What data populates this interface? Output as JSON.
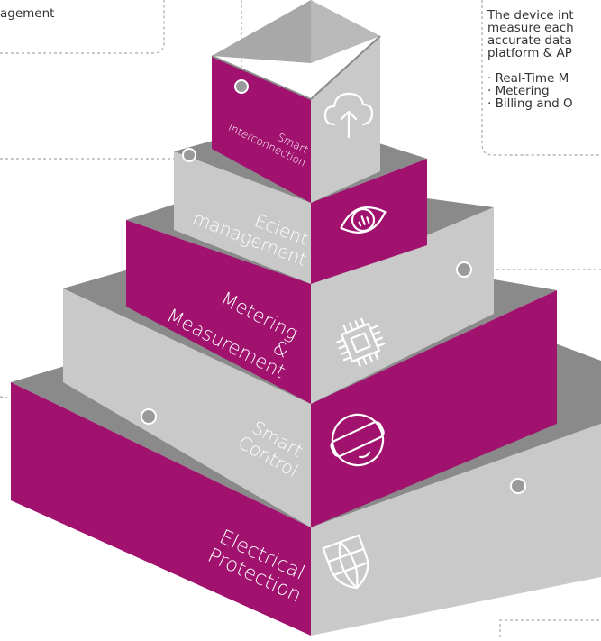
{
  "colors": {
    "magenta": "#a0126e",
    "grey_face": "#c9c9c9",
    "grey_right": "#b5b5b5",
    "grey_top": "#8a8a8a",
    "grey_inner": "#a8a8a8",
    "dot": "#9a9a9a",
    "dash": "#a8a8a8"
  },
  "notes": {
    "top_left": "agement",
    "top_right": {
      "lines": [
        "The device int",
        "measure each",
        "accurate data",
        "platform & AP"
      ],
      "bullets": [
        "· Real-Time M",
        "· Metering",
        "· Billing and O"
      ]
    }
  },
  "tiers": [
    {
      "level": 5,
      "lines": [
        "Smart",
        "Interconnection"
      ],
      "icon": "cloud-upload-icon"
    },
    {
      "level": 4,
      "lines": [
        "Ecient",
        "management"
      ],
      "icon": "eye-chart-icon"
    },
    {
      "level": 3,
      "lines": [
        "Metering",
        "&",
        "Measurement"
      ],
      "icon": "chip-icon"
    },
    {
      "level": 2,
      "lines": [
        "Smart",
        "Control"
      ],
      "icon": "vr-headset-icon"
    },
    {
      "level": 1,
      "lines": [
        "Electrical",
        "Protection"
      ],
      "icon": "shield-globe-icon"
    }
  ]
}
